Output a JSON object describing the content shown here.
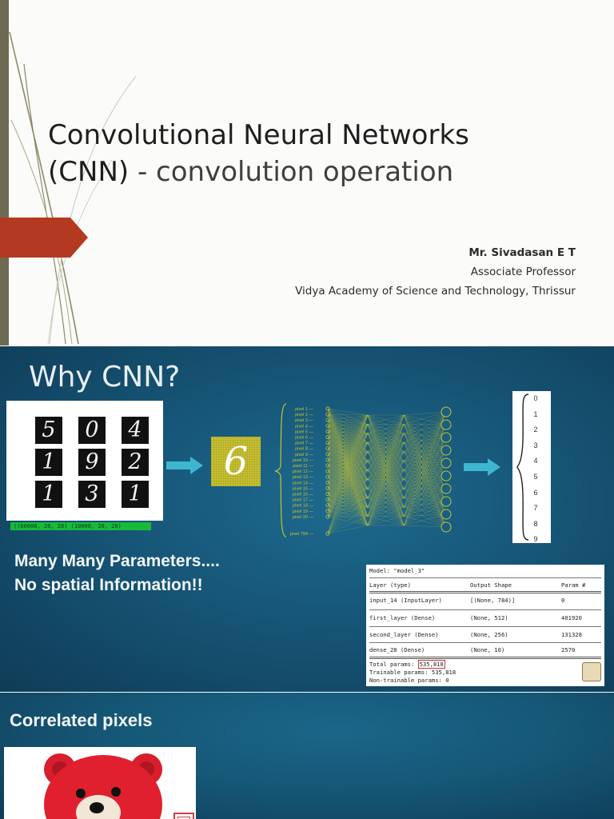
{
  "slide1": {
    "title_line1": "Convolutional Neural Networks",
    "title_line2_a": "(CNN)",
    "title_line2_b": " - convolution operation",
    "author_name": "Mr. Sivadasan E T",
    "author_role": "Associate Professor",
    "author_institution": "Vidya Academy of Science and Technology, Thrissur",
    "accent_color": "#b33a20"
  },
  "slide2": {
    "title": "Why CNN?",
    "mnist_digits": [
      "5",
      "0",
      "4",
      "1",
      "9",
      "2",
      "1",
      "3",
      "1"
    ],
    "dataset_shape": "((60000, 28, 28) (10000, 28, 28)",
    "input_digit": "6",
    "pixel_labels": [
      "pixel 1",
      "pixel 2",
      "pixel 3",
      "pixel 4",
      "pixel 5",
      "pixel 6",
      "pixel 7",
      "pixel 8",
      "pixel 9",
      "pixel 10",
      "pixel 11",
      "pixel 12",
      "pixel 13",
      "pixel 14",
      "pixel 15",
      "pixel 16",
      "pixel 17",
      "pixel 18",
      "pixel 19",
      "pixel 20",
      "pixel 784"
    ],
    "output_classes": [
      "0",
      "1",
      "2",
      "3",
      "4",
      "5",
      "6",
      "7",
      "8",
      "9"
    ],
    "caption_line1": "Many Many Parameters....",
    "caption_line2": "No spatial Information!!",
    "model": {
      "name": "Model: \"model_3\"",
      "headers": [
        "Layer (type)",
        "Output Shape",
        "Param #"
      ],
      "rows": [
        [
          "input_14 (InputLayer)",
          "[(None, 784)]",
          "0"
        ],
        [
          "first_layer (Dense)",
          "(None, 512)",
          "401920"
        ],
        [
          "second_layer (Dense)",
          "(None, 256)",
          "131328"
        ],
        [
          "dense_28 (Dense)",
          "(None, 10)",
          "2570"
        ]
      ],
      "total_label": "Total params: ",
      "total_value": "535,818",
      "trainable": "Trainable params: 535,818",
      "non_trainable": "Non-trainable params: 0"
    },
    "colors": {
      "arrow": "#3fb6cf",
      "network": "#c9c130"
    }
  },
  "slide3": {
    "title": "Correlated pixels"
  }
}
